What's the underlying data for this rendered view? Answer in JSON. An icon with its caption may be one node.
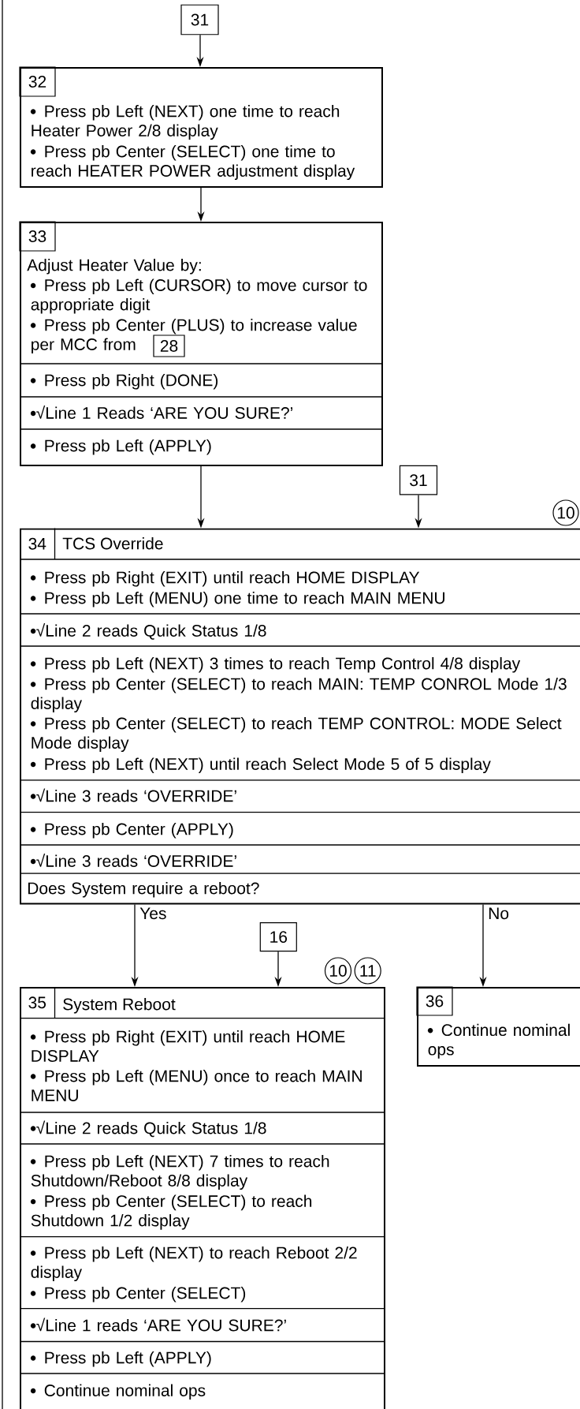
{
  "diagram": {
    "nodes": [
      {
        "text": [
          "31"
        ]
      },
      {
        "text": [
          "Press pb Left (NEXT) one time to reach Heater Power 2/8 display",
          "Press pb Center (SELECT) one time to reach HEATER POWER adjustment display"
        ]
      },
      {
        "text": [
          "32"
        ],
        "in": 1
      },
      {
        "text": [
          "Adjust Heater Value by:",
          "Press pb Left (CURSOR) to move cursor to appropriate digit",
          "Press pb Center (PLUS) to increase value per MCC from",
          "Press pb Right (DONE)",
          "√Line 1 Reads ‘ARE YOU SURE?’",
          "Press pb Left (APPLY)"
        ]
      },
      {
        "text": [
          "33"
        ],
        "in": 3
      },
      {
        "text": [
          "28"
        ],
        "in": 3
      },
      {
        "text": [
          "31"
        ]
      },
      {
        "text": [
          "10"
        ]
      },
      {
        "text": [
          "TCS Override",
          "Press pb Right (EXIT) until reach HOME DISPLAY",
          "Press pb Left (MENU) one time to reach MAIN MENU",
          "√Line 2 reads Quick Status 1/8",
          "Press pb Left (NEXT) 3 times to reach Temp Control 4/8 display",
          "Press pb Center (SELECT) to reach MAIN: TEMP CONROL Mode 1/3 display",
          "Press pb Center (SELECT) to reach TEMP CONTROL: MODE Select Mode display",
          "Press pb Left (NEXT) until reach Select Mode 5 of 5 display",
          "√Line 3 reads ‘OVERRIDE’",
          "Press pb Center (APPLY)",
          "√Line 3 reads ‘OVERRIDE’",
          "Does System require a reboot?"
        ]
      },
      {
        "text": [
          "34"
        ],
        "in": 8
      },
      {
        "text": [
          "16"
        ]
      },
      {
        "text": [
          "10"
        ]
      },
      {
        "text": [
          "11"
        ]
      },
      {
        "text": [
          "System Reboot",
          "Press pb Right (EXIT) until reach HOME DISPLAY",
          "Press pb Left (MENU) once to reach MAIN MENU",
          "√Line 2 reads Quick Status 1/8",
          "Press pb Left (NEXT) 7 times to reach Shutdown/Reboot 8/8 display",
          "Press pb Center (SELECT) to reach Shutdown 1/2 display",
          "Press pb Left (NEXT) to reach Reboot 2/2 display",
          "Press pb Center (SELECT)",
          "√Line 1 reads ‘ARE YOU SURE?’",
          "Press pb Left (APPLY)",
          "Continue nominal ops"
        ]
      },
      {
        "text": [
          "35"
        ],
        "in": 13
      },
      {
        "text": [
          "Continue nominal ops"
        ]
      },
      {
        "text": [
          "36"
        ],
        "in": 15
      }
    ],
    "edges": [
      {
        "from": 0,
        "to": 1,
        "arrow": "to"
      },
      {
        "from": 1,
        "to": 3,
        "arrow": "to"
      },
      {
        "from": 3,
        "to": 8,
        "arrow": "to"
      },
      {
        "from": 6,
        "to": 8,
        "arrow": "to"
      },
      {
        "from": 8,
        "to": 13,
        "arrow": "to",
        "label": "Yes"
      },
      {
        "from": 10,
        "to": 13,
        "arrow": "to"
      },
      {
        "from": 8,
        "to": 15,
        "arrow": "to",
        "label": "No"
      }
    ]
  }
}
